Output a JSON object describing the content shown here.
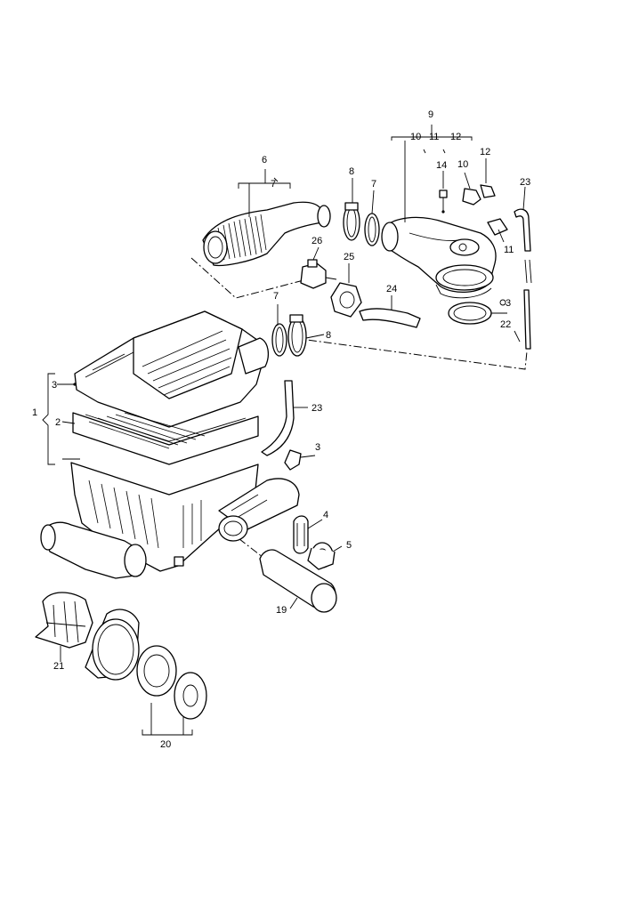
{
  "diagram": {
    "callouts": {
      "c9": "9",
      "c10a": "10",
      "c11a": "11",
      "c12a": "12",
      "c6": "6",
      "c7top": "7",
      "c8a": "8",
      "c7b": "7",
      "c14": "14",
      "c10b": "10",
      "c12b": "12",
      "c23a": "23",
      "c26": "26",
      "c25": "25",
      "c11b": "11",
      "c24": "24",
      "c3b": "3",
      "c22": "22",
      "c7c": "7",
      "c8b": "8",
      "c3a": "3",
      "c1": "1",
      "c2": "2",
      "c23b": "23",
      "c3c": "3",
      "c4": "4",
      "c5": "5",
      "c19": "19",
      "c21": "21",
      "c20": "20"
    }
  }
}
